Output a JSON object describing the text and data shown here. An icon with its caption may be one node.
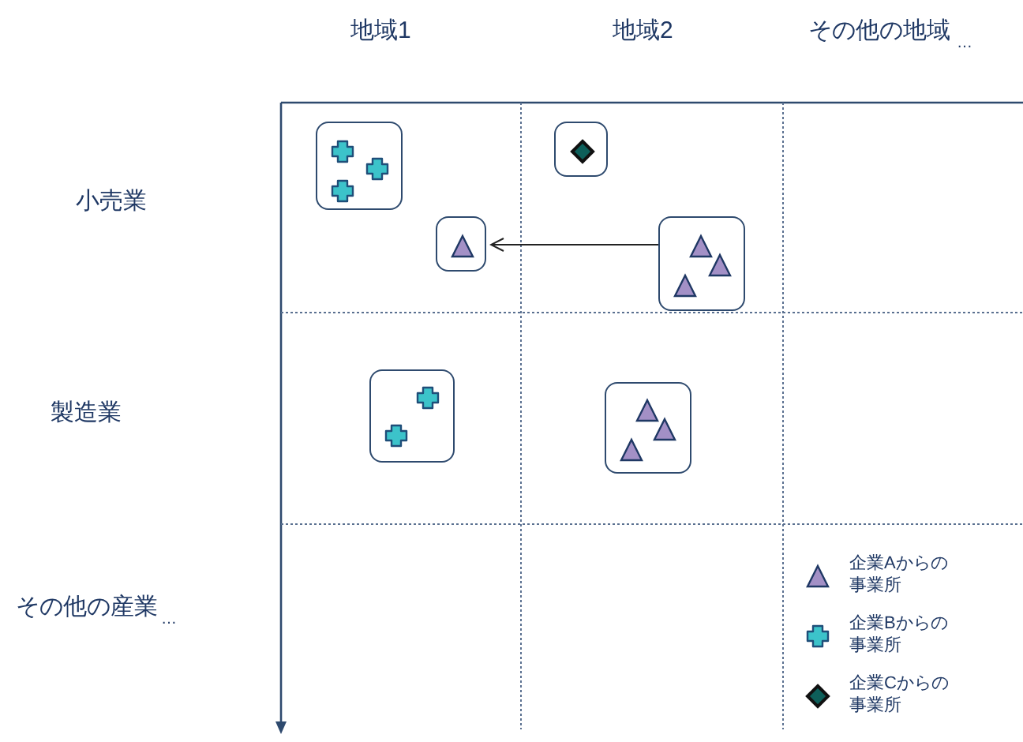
{
  "diagram": {
    "nodes": [
      {
        "text": [],
        "shape": "box"
      },
      {
        "text": [],
        "shape": "box"
      },
      {
        "text": [],
        "shape": "box"
      },
      {
        "text": [],
        "shape": "box"
      },
      {
        "text": [],
        "shape": "box"
      },
      {
        "text": [],
        "shape": "box"
      }
    ],
    "edges": [
      {
        "from": 3,
        "to": 2,
        "arrow": "to"
      }
    ],
    "labels": [
      "地域1",
      "地域2",
      "その他の地域",
      "…",
      "小売業",
      "製造業",
      "その他の産業",
      "…"
    ],
    "legend": [
      {
        "text": "企業Aからの事業所"
      },
      {
        "text": "企業Bからの事業所"
      },
      {
        "text": "企業Cからの事業所"
      }
    ]
  }
}
